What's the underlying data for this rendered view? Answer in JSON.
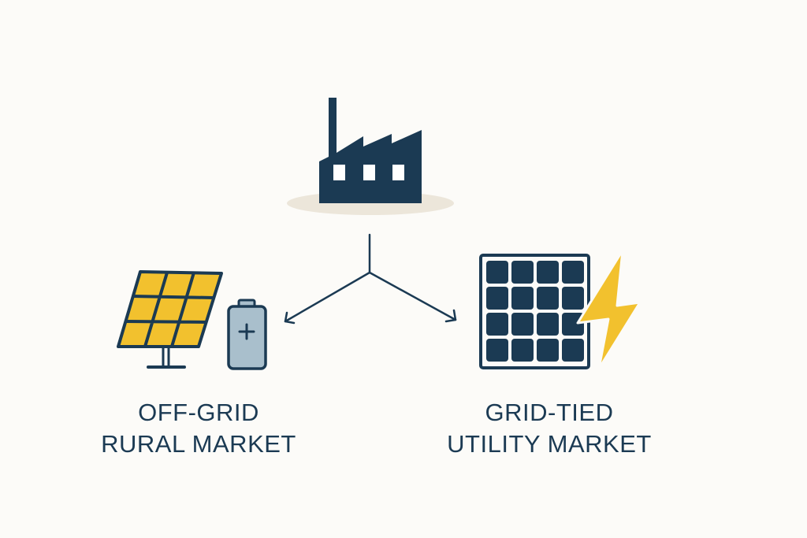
{
  "colors": {
    "navy": "#1b3a53",
    "yellow": "#f2c12e",
    "battery": "#a9bfcc",
    "shadow": "#ece6da",
    "background": "#fcfbf8"
  },
  "left_market": {
    "line1": "OFF-GRID",
    "line2": "RURAL MARKET",
    "icons": [
      "solar-panel-icon",
      "battery-icon"
    ]
  },
  "right_market": {
    "line1": "GRID-TIED",
    "line2": "UTILITY MARKET",
    "icons": [
      "solar-panel-icon",
      "lightning-bolt-icon"
    ]
  },
  "center": {
    "icon": "factory-icon"
  }
}
